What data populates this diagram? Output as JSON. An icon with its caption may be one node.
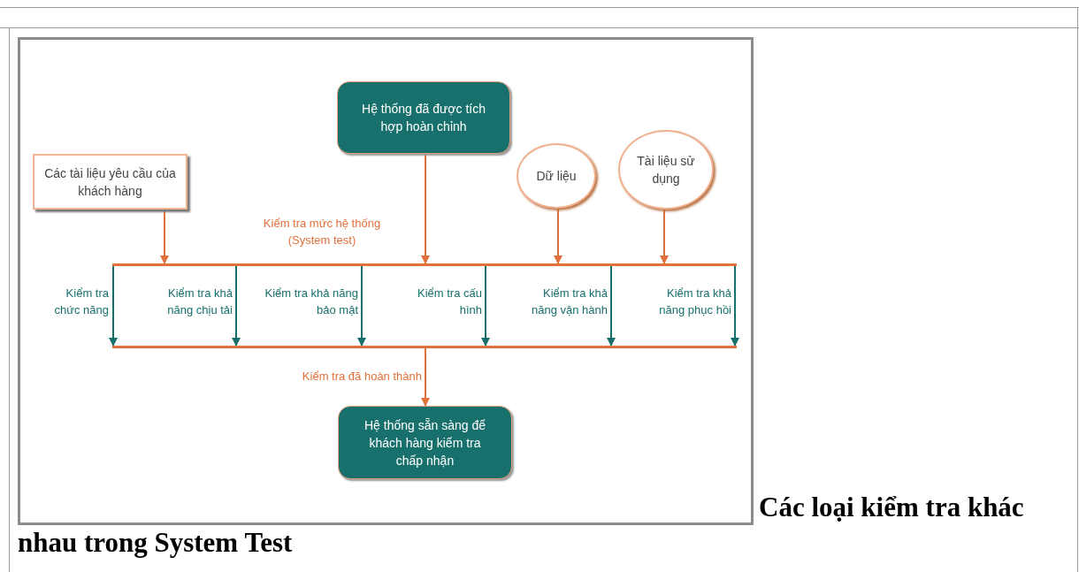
{
  "diagram": {
    "caption": "Các loại kiểm tra khác nhau trong System Test",
    "nodes": [
      {
        "text": [
          "Hệ thống đã được tích hợp hoàn chỉnh"
        ]
      },
      {
        "text": [
          "Các tài liệu yêu cầu của khách hàng"
        ]
      },
      {
        "text": [
          "Dữ liệu"
        ]
      },
      {
        "text": [
          "Tài liệu sử dụng"
        ]
      },
      {
        "text": [],
        "shape": "bar"
      },
      {
        "text": [],
        "shape": "bar"
      },
      {
        "text": [
          "Hệ thống sẵn sàng để khách hàng kiểm tra chấp nhận"
        ]
      }
    ],
    "edges": [
      {
        "from": 1,
        "to": 4,
        "arrow": "to",
        "color": "#e2703a"
      },
      {
        "from": 0,
        "to": 4,
        "arrow": "to",
        "label": "Kiểm tra mức hệ thống (System test)",
        "color": "#e2703a"
      },
      {
        "from": 2,
        "to": 4,
        "arrow": "to",
        "color": "#e2703a"
      },
      {
        "from": 3,
        "to": 4,
        "arrow": "to",
        "color": "#e2703a"
      },
      {
        "from": 4,
        "to": 5,
        "arrow": "to",
        "label": "Kiểm tra chức năng"
      },
      {
        "from": 4,
        "to": 5,
        "arrow": "to",
        "label": "Kiểm tra khả năng chịu tải"
      },
      {
        "from": 4,
        "to": 5,
        "arrow": "to",
        "label": "Kiểm tra khả năng bảo mật"
      },
      {
        "from": 4,
        "to": 5,
        "arrow": "to",
        "label": "Kiểm tra cấu hình"
      },
      {
        "from": 4,
        "to": 5,
        "arrow": "to",
        "label": "Kiểm tra khả năng vận hành"
      },
      {
        "from": 4,
        "to": 5,
        "arrow": "to",
        "label": "Kiểm tra khả năng phục hồi"
      },
      {
        "from": 5,
        "to": 6,
        "arrow": "to",
        "label": "Kiểm tra đã hoàn thành",
        "color": "#e2703a"
      }
    ]
  }
}
